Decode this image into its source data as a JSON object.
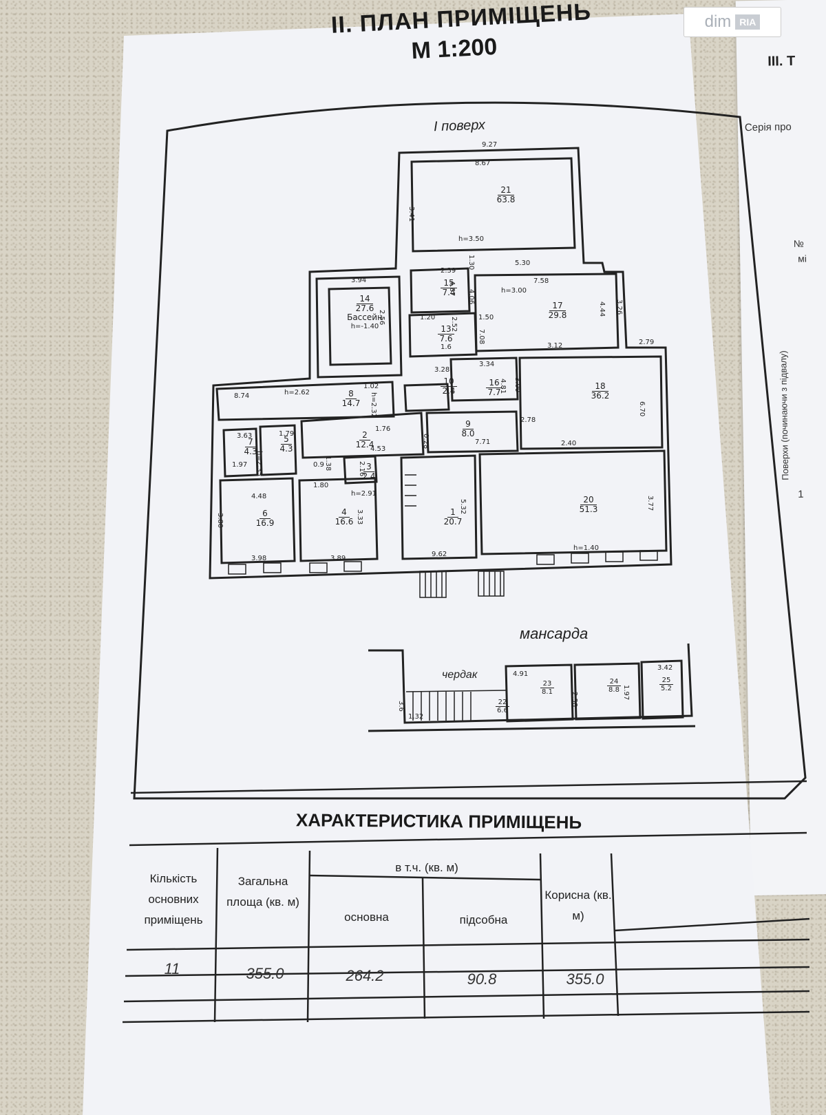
{
  "watermark": {
    "brand_a": "dim",
    "brand_b": "RIA"
  },
  "side_sheet": {
    "title": "III. Т",
    "series": "Серія про",
    "col_no": "№",
    "col_mi": "мі",
    "col_floors": "Поверхи (починаючи з підвалу)",
    "row1": "1"
  },
  "plan": {
    "title": "ІІ. ПЛАН ПРИМІЩЕНЬ",
    "scale": "М 1:200",
    "floor1_label": "I поверх",
    "attic_label": "мансарда",
    "loft_label": "чердак",
    "rooms": [
      {
        "no": "21",
        "area": "63.8"
      },
      {
        "no": "15",
        "area": "7.4"
      },
      {
        "no": "14",
        "area": "27.6",
        "name": "Бассейн",
        "depth": "h=-1.40"
      },
      {
        "no": "17",
        "area": "29.8"
      },
      {
        "no": "13",
        "area": "7.6"
      },
      {
        "no": "8",
        "area": "14.7"
      },
      {
        "no": "16",
        "area": "7.7"
      },
      {
        "no": "10",
        "area": "2.4"
      },
      {
        "no": "18",
        "area": "36.2"
      },
      {
        "no": "7",
        "area": "4.3"
      },
      {
        "no": "5",
        "area": "4.3"
      },
      {
        "no": "2",
        "area": "12.4"
      },
      {
        "no": "9",
        "area": "8.0"
      },
      {
        "no": "3",
        "area": "2.4"
      },
      {
        "no": "6",
        "area": "16.9"
      },
      {
        "no": "4",
        "area": "16.6"
      },
      {
        "no": "1",
        "area": "20.7"
      },
      {
        "no": "20",
        "area": "51.3"
      },
      {
        "no": "22",
        "area": "6.6"
      },
      {
        "no": "23",
        "area": "8.1"
      },
      {
        "no": "24",
        "area": "8.8"
      },
      {
        "no": "25",
        "area": "5.2"
      }
    ],
    "dims": [
      "9.27",
      "8.67",
      "3.41",
      "h=3.50",
      "1.30",
      "5.30",
      "7.58",
      "h=3.00",
      "3.09",
      "2.39",
      "4.67",
      "3.94",
      "2.56",
      "4.06",
      "4.44",
      "3.26",
      "1.20",
      "2.52",
      "1.50",
      "7.08",
      "3.12",
      "2.79",
      "1.6",
      "h=2.32",
      "8.74",
      "h=2.62",
      "1.02",
      "3.28",
      "3.34",
      "4.81",
      "6.70",
      "1.76",
      "0.28",
      "2.78",
      "1.79",
      "3.63",
      "4.53",
      "7.71",
      "2.40",
      "h=2.35",
      "1.97",
      "0.9",
      "1.38",
      "2.16",
      "1.80",
      "h=2.91",
      "4.48",
      "3.80",
      "3.33",
      "5.32",
      "3.77",
      "3.98",
      "3.89",
      "9.62",
      "h=1.40",
      "4.91",
      "1.32",
      "3.6",
      "2.58",
      "1.97",
      "3.42"
    ]
  },
  "summary": {
    "title": "ХАРАКТЕРИСТИКА ПРИМІЩЕНЬ",
    "headers": {
      "count": "Кількість основних приміщень",
      "total": "Загальна площа (кв. м)",
      "incl": "в т.ч. (кв. м)",
      "main": "основна",
      "aux": "підсобна",
      "useful": "Корисна (кв. м)"
    },
    "values": {
      "count": "11",
      "total": "355.0",
      "main": "264.2",
      "aux": "90.8",
      "useful": "355.0"
    }
  }
}
